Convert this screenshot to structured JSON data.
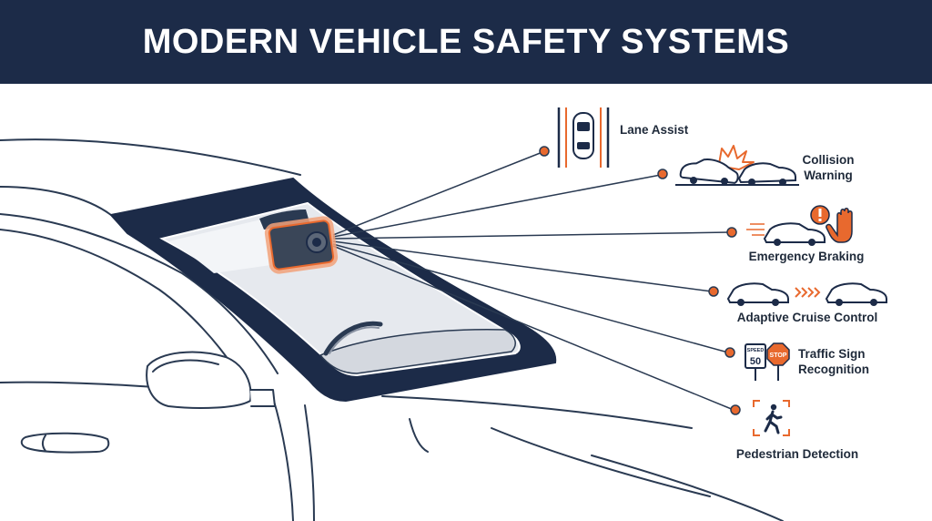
{
  "title": "MODERN VEHICLE SAFETY SYSTEMS",
  "colors": {
    "navy": "#1c2b48",
    "accent": "#e8692e",
    "line": "#2a3a52",
    "glass": "#e6e9ee"
  },
  "features": [
    {
      "id": "lane-assist",
      "lines": [
        "Lane Assist"
      ],
      "icon": "lane-assist-icon"
    },
    {
      "id": "collision-warning",
      "lines": [
        "Collision",
        "Warning"
      ],
      "icon": "collision-warning-icon"
    },
    {
      "id": "emergency-braking",
      "lines": [
        "Emergency Braking"
      ],
      "icon": "emergency-braking-icon"
    },
    {
      "id": "adaptive-cruise-control",
      "lines": [
        "Adaptive Cruise Control"
      ],
      "icon": "adaptive-cruise-icon"
    },
    {
      "id": "traffic-sign-recognition",
      "lines": [
        "Traffic Sign",
        "Recognition"
      ],
      "icon": "traffic-sign-icon"
    },
    {
      "id": "pedestrian-detection",
      "lines": [
        "Pedestrian Detection"
      ],
      "icon": "pedestrian-icon"
    }
  ],
  "signs": {
    "speed_word": "SPEED",
    "speed_value": "50",
    "stop_word": "STOP"
  }
}
